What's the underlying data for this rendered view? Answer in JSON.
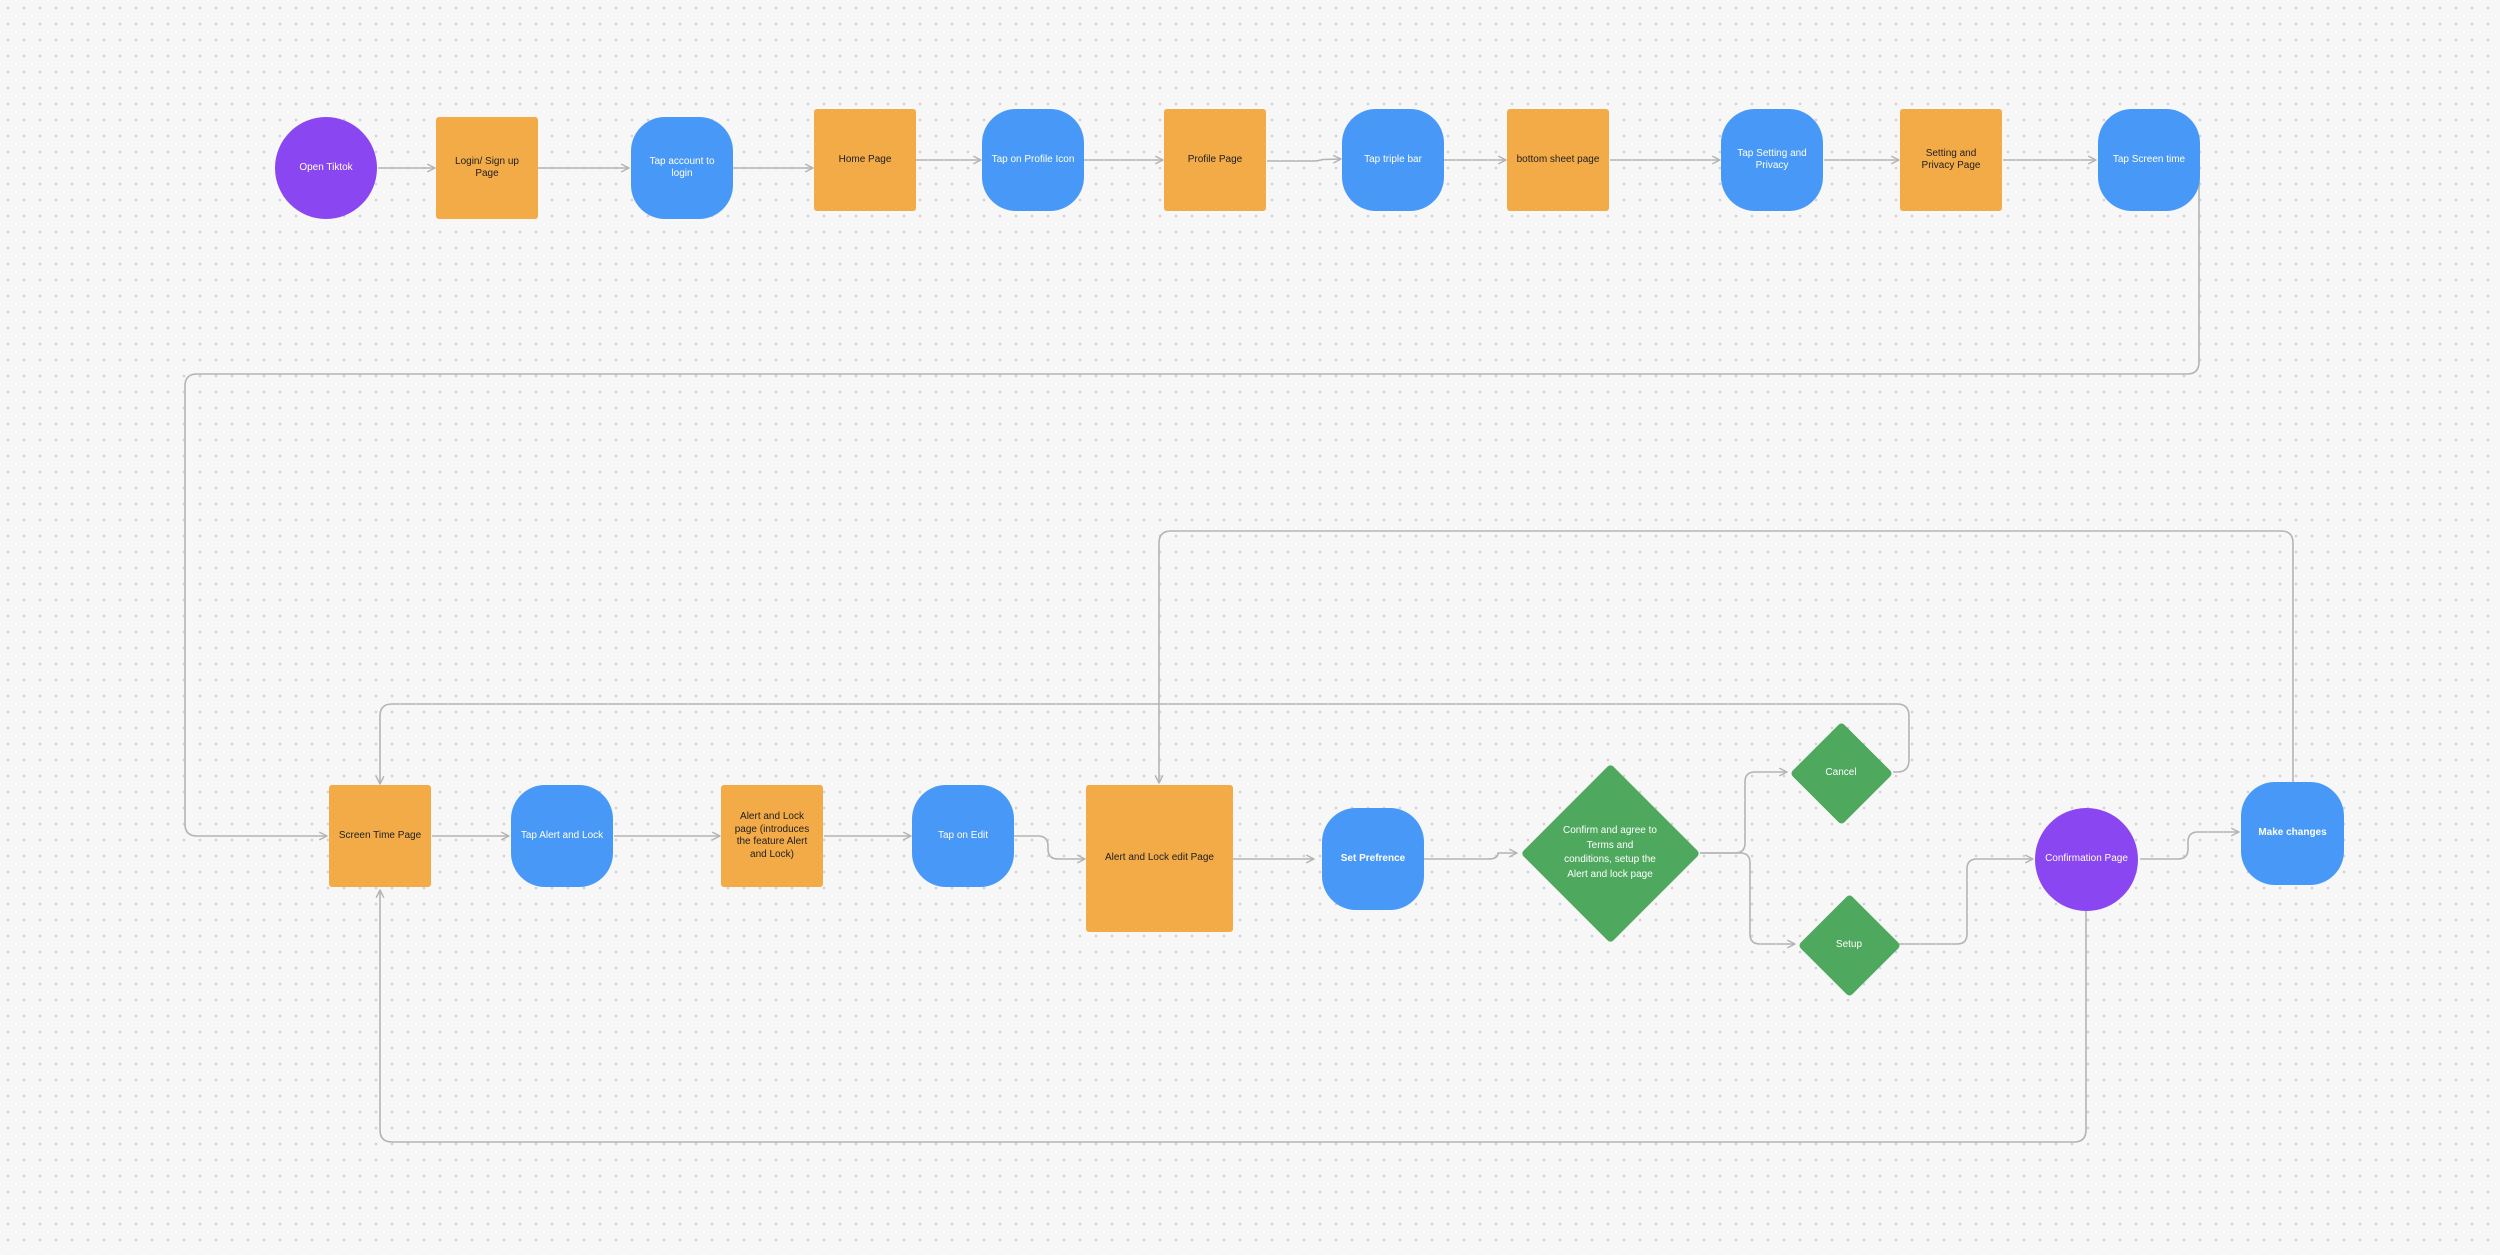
{
  "colors": {
    "page": "#f3ab47",
    "action": "#4898f8",
    "terminal": "#8a46f0",
    "decision": "#4ea85e",
    "connector": "#b4b4b4"
  },
  "nodes": {
    "open_tiktok": "Open Tiktok",
    "login_signup_page": "Login/ Sign up Page",
    "tap_account_to_login": "Tap account to login",
    "home_page": "Home Page",
    "tap_profile_icon": "Tap on Profile Icon",
    "profile_page": "Profile Page",
    "tap_triple_bar": "Tap triple bar",
    "bottom_sheet_page": "bottom sheet page",
    "tap_setting_privacy": "Tap Setting and Privacy",
    "setting_privacy_page": "Setting and Privacy Page",
    "tap_screen_time": "Tap Screen time",
    "screen_time_page": "Screen Time Page",
    "tap_alert_lock": "Tap Alert and Lock",
    "alert_lock_page": "Alert and Lock page (introduces the feature Alert and Lock)",
    "tap_on_edit": "Tap on Edit",
    "alert_lock_edit_page": "Alert and Lock edit Page",
    "set_preference": "Set Prefrence",
    "confirm_agree": "Confirm and agree to Terms and conditions, setup the Alert and lock page",
    "cancel": "Cancel",
    "setup": "Setup",
    "confirmation_page": "Confirmation Page",
    "make_changes": "Make changes"
  }
}
